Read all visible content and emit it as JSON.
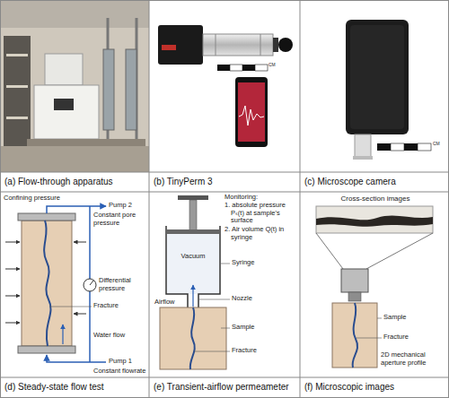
{
  "diagram": {
    "nodes": [
      {
        "text": [
          "(a) Flow-through apparatus"
        ]
      },
      {
        "text": [
          "(b) TinyPerm 3"
        ]
      },
      {
        "text": [
          "(c) Microscope camera"
        ]
      },
      {
        "text": [
          "(d) Steady-state flow test"
        ]
      },
      {
        "text": [
          "(e) Transient-airflow permeameter"
        ]
      },
      {
        "text": [
          "(f) Microscopic images"
        ]
      }
    ],
    "labels": [
      "CM",
      "CM",
      "Confining pressure",
      "Pump 2",
      "Constant pore pressure",
      "Differential pressure",
      "Fracture",
      "Water flow",
      "Pump 1",
      "Constant flowrate",
      "Monitoring:",
      "1. absolute pressure Pₛ(t) at sample's surface",
      "2. Air volume Q(t) in syringe",
      "Vacuum",
      "Syringe",
      "Airflow",
      "Nozzle",
      "Sample",
      "Fracture",
      "Cross-section images",
      "Sample",
      "Fracture",
      "2D mechanical aperture profile"
    ]
  }
}
